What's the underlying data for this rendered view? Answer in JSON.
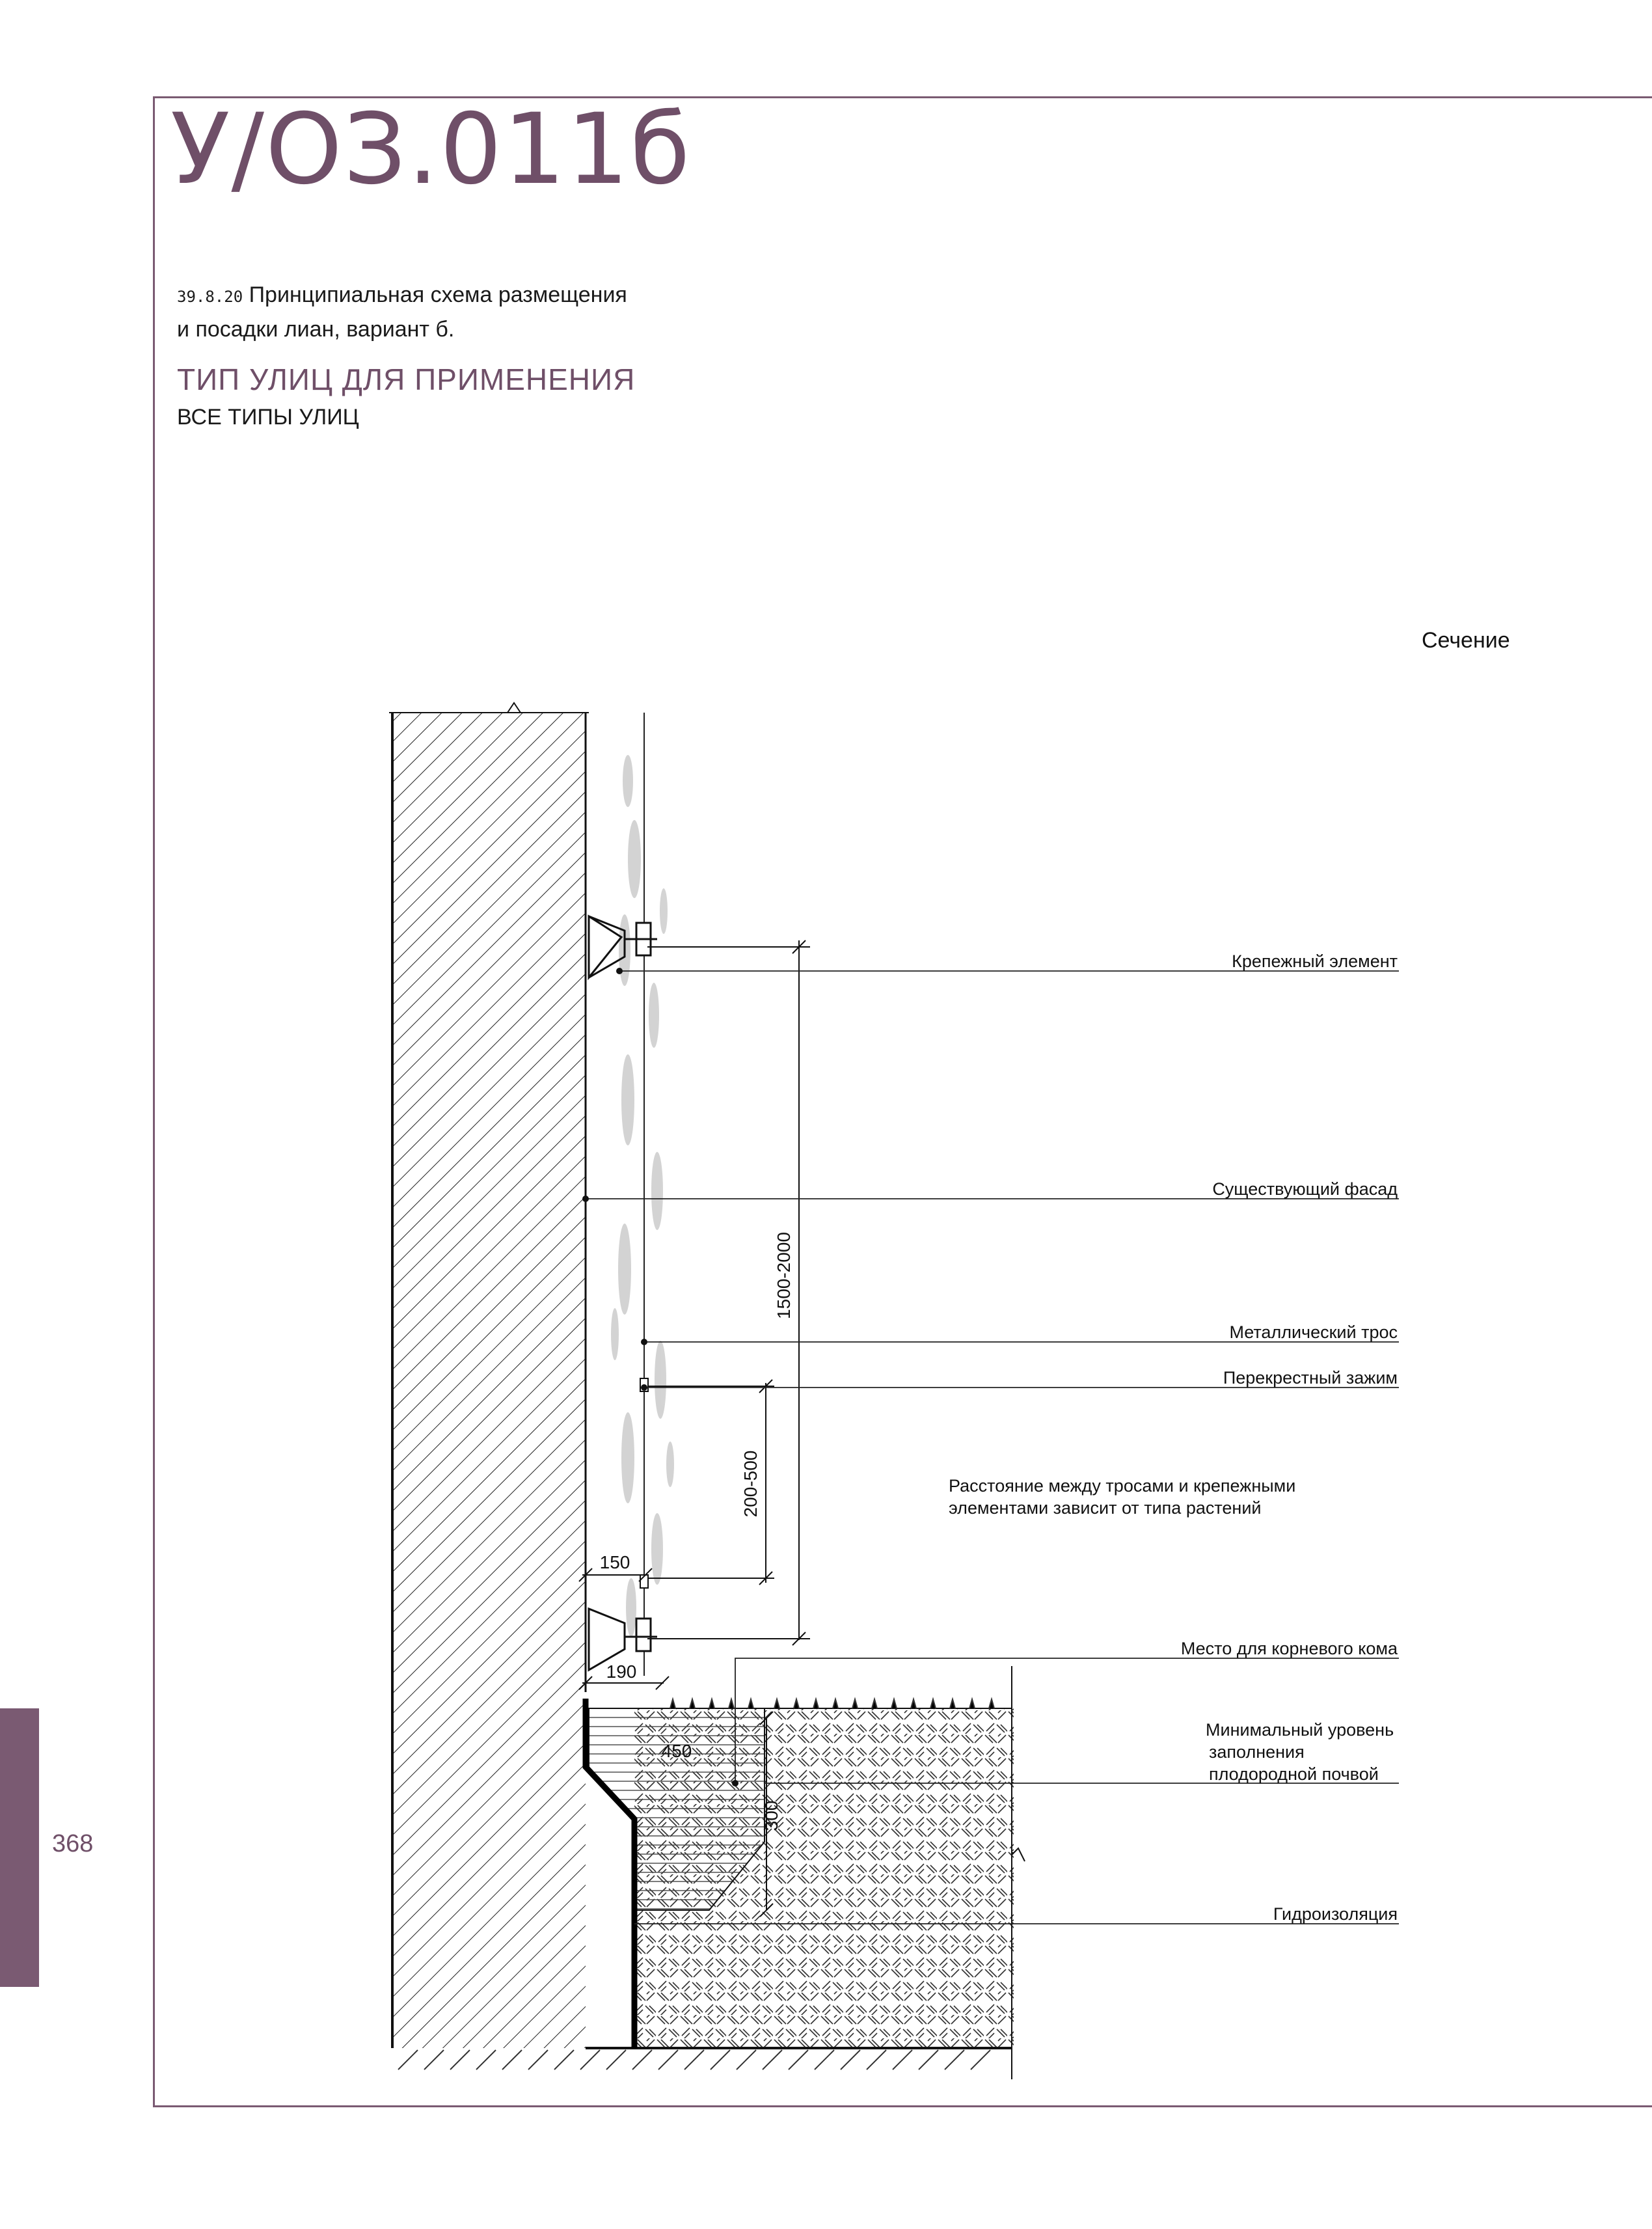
{
  "header": {
    "code": "У/ОЗ.011б",
    "caption_number": "39.8.20",
    "caption_line1": "Принципиальная схема размещения",
    "caption_line2": "и посадки лиан, вариант б.",
    "street_type_heading": "ТИП УЛИЦ ДЛЯ ПРИМЕНЕНИЯ",
    "street_type_value": "ВСЕ ТИПЫ УЛИЦ"
  },
  "drawing": {
    "section_label": "Сечение",
    "labels": {
      "fastener": "Крепежный  элемент",
      "facade": "Существующий фасад",
      "cable": "Металлический трос",
      "clamp": "Перекрестный зажим",
      "note_line1": "Расстояние между тросами и крепежными",
      "note_line2": "элементами зависит от типа растений",
      "root_ball": "Место для корневого кома",
      "soil_line1": "Минимальный уровень",
      "soil_line2": "заполнения",
      "soil_line3": "плодородной почвой",
      "waterproofing": "Гидроизоляция"
    },
    "dimensions": {
      "fastener_spacing": "1500-2000",
      "clamp_spacing": "200-500",
      "offset_150": "150",
      "offset_190": "190",
      "width_450": "450",
      "depth_300": "300"
    }
  },
  "footer": {
    "page_number": "368"
  },
  "colors": {
    "accent": "#6f4f68",
    "tab": "#7a5a72"
  }
}
